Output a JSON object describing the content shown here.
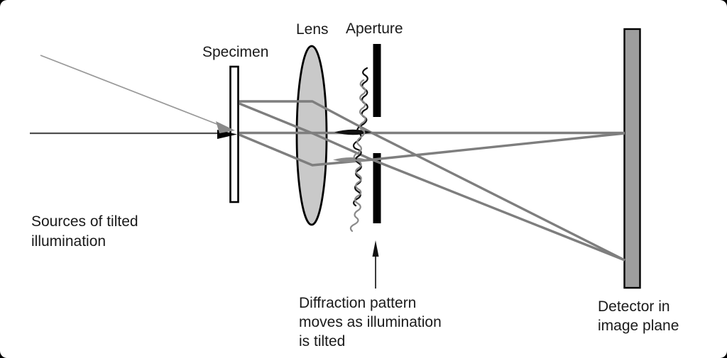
{
  "labels": {
    "specimen": "Specimen",
    "lens": "Lens",
    "aperture": "Aperture",
    "sources": [
      "Sources of tilted",
      "illumination"
    ],
    "diffraction_note": [
      "Diffraction pattern",
      "moves as illumination",
      "is tilted"
    ],
    "detector": [
      "Detector in",
      "image plane"
    ]
  },
  "icons": {
    "axial_arrowhead": "solid-right-arrowhead",
    "tilted_arrowhead": "gray-right-arrowhead",
    "note_arrowhead": "up-arrowhead"
  },
  "colors": {
    "background": "#ffffff",
    "frame": "#000000",
    "text": "#1a1a1a",
    "outline": "#000000",
    "beam_ray": "#7e7e7e",
    "axial_ray": "#4f4f4f",
    "tilted_ray": "#999999",
    "lens_fill": "#c9c9c9",
    "detector_fill": "#9e9e9e",
    "specimen_fill": "#ffffff",
    "aperture_fill": "#000000",
    "pattern_static": "#111111",
    "pattern_shifted": "#8a8a8a"
  }
}
